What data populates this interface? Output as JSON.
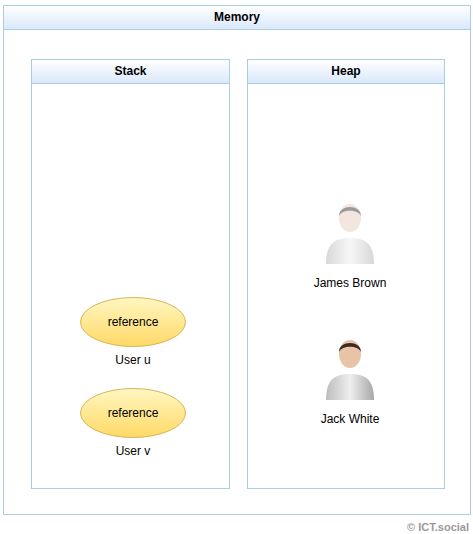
{
  "diagram": {
    "title": "Memory",
    "nodes": [
      {
        "text": [
          "Memory"
        ]
      },
      {
        "text": [
          "Stack"
        ],
        "in": 0
      },
      {
        "text": [
          "Heap"
        ],
        "in": 0
      },
      {
        "text": [
          "reference",
          "User u"
        ],
        "in": 1
      },
      {
        "text": [
          "reference",
          "User v"
        ],
        "in": 1
      },
      {
        "text": [
          "James Brown"
        ],
        "in": 2
      },
      {
        "text": [
          "Jack White"
        ],
        "in": 2
      }
    ],
    "edges": [
      {
        "from": 3,
        "to": 6,
        "arrow": "to"
      },
      {
        "from": 4,
        "to": 6,
        "arrow": "to"
      }
    ],
    "labels": [
      "© ICT.social"
    ]
  }
}
